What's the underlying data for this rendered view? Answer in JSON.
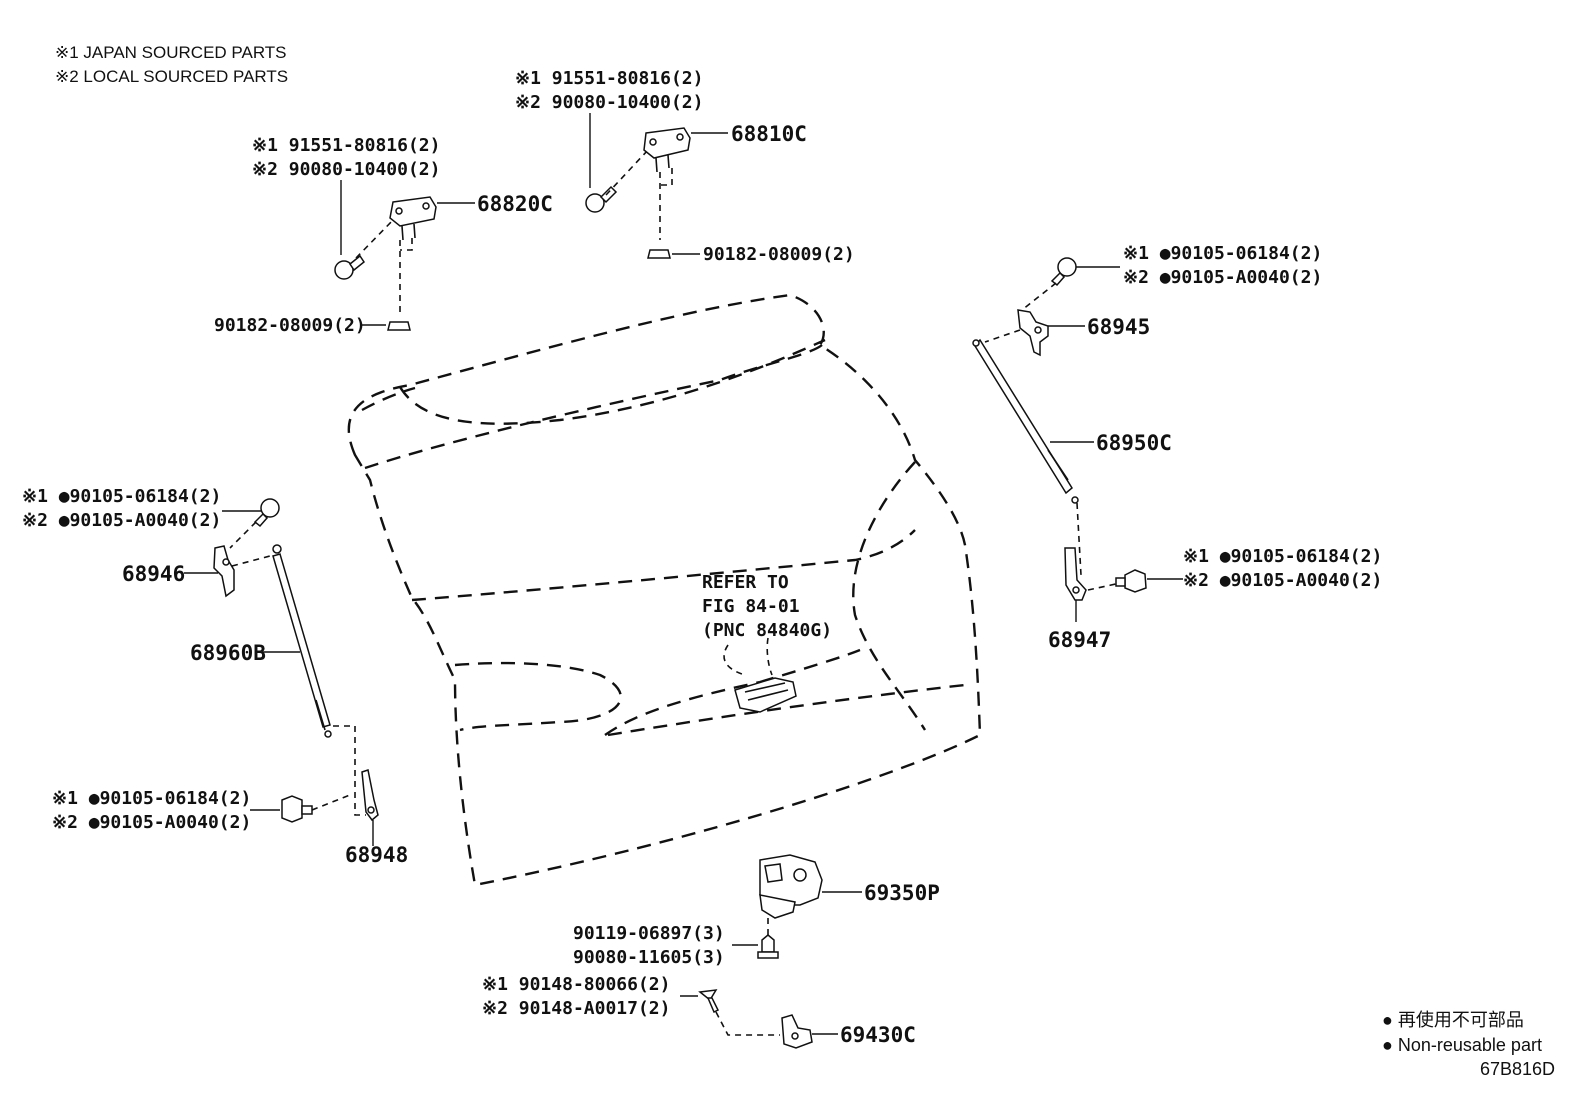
{
  "notes": {
    "n1": "※1 JAPAN SOURCED PARTS",
    "n2": "※2 LOCAL SOURCED PARTS"
  },
  "labels": {
    "p68810c_j": "※1 91551-80816(2)",
    "p68810c_l": "※2 90080-10400(2)",
    "p68810c": "68810C",
    "p68810c_nut": "90182-08009(2)",
    "p68820c_j": "※1 91551-80816(2)",
    "p68820c_l": "※2 90080-10400(2)",
    "p68820c": "68820C",
    "p68820c_nut": "90182-08009(2)",
    "r_top_j": "※1 ●90105-06184(2)",
    "r_top_l": "※2 ●90105-A0040(2)",
    "p68945": "68945",
    "p68950c": "68950C",
    "r_bot_j": "※1 ●90105-06184(2)",
    "r_bot_l": "※2 ●90105-A0040(2)",
    "p68947": "68947",
    "l_top_j": "※1 ●90105-06184(2)",
    "l_top_l": "※2 ●90105-A0040(2)",
    "p68946": "68946",
    "p68960b": "68960B",
    "l_bot_j": "※1 ●90105-06184(2)",
    "l_bot_l": "※2 ●90105-A0040(2)",
    "p68948": "68948",
    "refer1": "REFER TO",
    "refer2": "FIG 84-01",
    "refer3": "(PNC 84840G)",
    "p69350p": "69350P",
    "s1": "90119-06897(3)",
    "s2": "90080-11605(3)",
    "b_j": "※1 90148-80066(2)",
    "b_l": "※2 90148-A0017(2)",
    "p69430c": "69430C"
  },
  "legend": {
    "jp": "● 再使用不可部品",
    "en": "● Non-reusable part",
    "code": "67B816D"
  }
}
